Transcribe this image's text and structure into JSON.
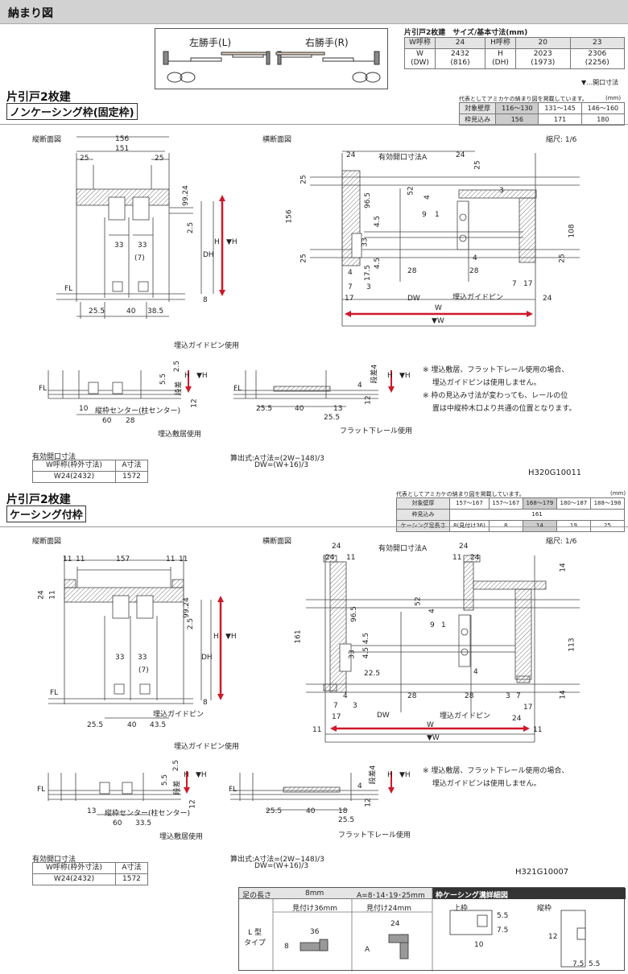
{
  "header": {
    "title": "納まり図"
  },
  "hand_box": {
    "left_label": "左勝手(L)",
    "right_label": "右勝手(R)"
  },
  "size_table": {
    "title": "片引戸2枚建　サイズ/基本寸法(mm)",
    "w_head": "W呼称",
    "w_val": "24",
    "w_row_label": "W\n(DW)",
    "w_row_val": "2432\n(816)",
    "h_head": "H呼称",
    "h_vals": [
      "20",
      "23"
    ],
    "h_row_label": "H\n(DH)",
    "h_row_vals": [
      "2023\n(1973)",
      "2306\n(2256)"
    ],
    "note": "▼…開口寸法"
  },
  "section1": {
    "title": "片引戸2枚建",
    "subtitle": "ノンケーシング枠(固定枠)",
    "rep_note": "代表としてアミカケの納まり図を掲載しています。",
    "unit": "(mm)",
    "rep_table": {
      "row1_label": "対象壁厚",
      "row1": [
        "116～130",
        "131～145",
        "146～160"
      ],
      "row2_label": "枠見込み",
      "row2": [
        "156",
        "171",
        "180"
      ]
    },
    "view_left": "縦断面図",
    "view_right": "横断面図",
    "scale": "縮尺: 1/6",
    "left_dims": {
      "d156": "156",
      "d151": "151",
      "d25a": "25",
      "d25b": "25",
      "d33a": "33",
      "d33b": "33",
      "d7": "(7)",
      "d99": "99.24",
      "d25v": "2.5",
      "dH": "H",
      "dDH": "DH",
      "dH2": "▼H",
      "fl": "FL",
      "d8": "8",
      "b1": "25.5",
      "b2": "40",
      "b3": "38.5"
    },
    "right_dims": {
      "top24a": "24",
      "topA": "有効開口寸法A",
      "top24b": "24",
      "v156": "156",
      "v25a": "25",
      "v25b": "25",
      "v25c": "25",
      "v25d": "25",
      "v52": "52",
      "v4": "4",
      "v965": "96.5",
      "v45a": "4.5",
      "v45b": "4.5",
      "v33": "33",
      "v175": "17.5",
      "v9": "9",
      "v1": "1",
      "v3": "3",
      "v108": "108",
      "v4b": "4",
      "v28a": "28",
      "v28b": "28",
      "v4c": "4",
      "v3b": "3",
      "v7": "7",
      "v7b": "7",
      "v17": "17",
      "v17b": "17",
      "v24": "24",
      "dw": "DW",
      "guide": "埋込ガイドピン",
      "w": "W",
      "w2": "▼W"
    },
    "guide_pin_caption": "埋込ガイドピン使用",
    "sub1": {
      "fl": "FL",
      "d25": "2.5",
      "d55": "5.5",
      "step": "段差",
      "h": "H",
      "h2": "▼H",
      "d12": "12",
      "d10": "10",
      "center": "縦枠センター(柱センター)",
      "d60": "60",
      "d28": "28",
      "caption": "埋込敷居使用"
    },
    "sub2": {
      "fl": "FL",
      "step": "段差4",
      "h": "H",
      "h2": "▼H",
      "d4": "4",
      "d12": "12",
      "d255": "25.5",
      "d40": "40",
      "d13": "13",
      "d255b": "25.5",
      "caption": "フラット下レール使用"
    },
    "notes": [
      "※ 埋込敷居、フラット下レール使用の場合、",
      "　 埋込ガイドピンは使用しません。",
      "※ 枠の見込み寸法が変わっても、レールの位",
      "　 置は中縦枠木口より共通の位置となります。"
    ],
    "opening_table": {
      "title": "有効開口寸法",
      "h1": "W呼称(枠外寸法)",
      "h2": "A寸法",
      "r1": "W24(2432)",
      "r2": "1572"
    },
    "formula1": "算出式:A寸法=(2W−148)/3",
    "formula2": "DW=(W+16)/3",
    "code": "H320G10011"
  },
  "section2": {
    "title": "片引戸2枚建",
    "subtitle": "ケーシング付枠",
    "rep_note": "代表としてアミカケの納まり図を掲載しています。",
    "unit": "(mm)",
    "rep_table": {
      "row1_label": "対象壁厚",
      "row1": [
        "157～167",
        "157～167",
        "168～179",
        "180～187",
        "188～198"
      ],
      "row2_label": "枠見込み",
      "row2": [
        "161"
      ],
      "row3_label": "ケーシング足長さ",
      "row3": [
        "8(見付け36)",
        "8",
        "14",
        "19",
        "25"
      ]
    },
    "view_left": "縦断面図",
    "view_right": "横断面図",
    "scale": "縮尺: 1/6",
    "left_dims": {
      "d11a": "11",
      "d11b": "11",
      "d157": "157",
      "d11c": "11",
      "d11d": "11",
      "d24": "24",
      "d11e": "11",
      "d99": "99.24",
      "d25v": "2.5",
      "dH": "H",
      "dH2": "▼H",
      "dDH": "DH",
      "d33a": "33",
      "d33b": "33",
      "d7": "(7)",
      "fl": "FL",
      "guide": "埋込ガイドピン",
      "d8": "8",
      "b1": "25.5",
      "b2": "40",
      "b3": "43.5"
    },
    "right_dims": {
      "t24a": "24",
      "t24b": "24",
      "t11a": "11",
      "tA": "有効開口寸法A",
      "t24c": "24",
      "t11b": "11",
      "t24d": "24",
      "t14a": "14",
      "v161": "161",
      "v52": "52",
      "v4": "4",
      "v965": "96.5",
      "v45a": "4.5",
      "v45b": "4.5",
      "v33": "33",
      "v225": "22.5",
      "v9": "9",
      "v1": "1",
      "v113": "113",
      "v28a": "28",
      "v28b": "28",
      "v4b": "4",
      "v4c": "4",
      "v3": "3",
      "v3b": "3",
      "v7": "7",
      "v7b": "7",
      "v17": "17",
      "v17b": "17",
      "v24": "24",
      "v14b": "14",
      "v11a": "11",
      "v11b": "11",
      "dw": "DW",
      "guide": "埋込ガイドピン",
      "w": "W",
      "w2": "▼W"
    },
    "guide_pin_caption": "埋込ガイドピン使用",
    "sub1": {
      "fl": "FL",
      "d25": "2.5",
      "d55": "5.5",
      "step": "段差",
      "h": "H",
      "h2": "▼H",
      "d12": "12",
      "d13": "13",
      "center": "縦枠センター(柱センター)",
      "d60": "60",
      "d335": "33.5",
      "caption": "埋込敷居使用"
    },
    "sub2": {
      "fl": "FL",
      "step": "段差4",
      "h": "H",
      "h2": "▼H",
      "d4": "4",
      "d12": "12",
      "d255": "25.5",
      "d40": "40",
      "d18": "18",
      "d255b": "25.5",
      "caption": "フラット下レール使用"
    },
    "notes": [
      "※ 埋込敷居、フラット下レール使用の場合、",
      "　 埋込ガイドピンは使用しません。"
    ],
    "opening_table": {
      "title": "有効開口寸法",
      "h1": "W呼称(枠外寸法)",
      "h2": "A寸法",
      "r1": "W24(2432)",
      "r2": "1572"
    },
    "formula1": "算出式:A寸法=(2W−148)/3",
    "formula2": "DW=(W+16)/3",
    "code": "H321G10007"
  },
  "casing_table": {
    "h_leg": "足の長さ",
    "h_8": "8mm",
    "h_a": "A=8･14･19･25mm",
    "h_detail": "枠ケーシング溝詳細図",
    "sub_36": "見付け36mm",
    "sub_24": "見付け24mm",
    "l_type": "L 型\nタイプ",
    "d36": "36",
    "d8": "8",
    "d24": "24",
    "dA": "A",
    "top_frame": "上枠",
    "side_frame": "縦枠",
    "d55": "5.5",
    "d75": "7.5",
    "d10": "10",
    "d12": "12",
    "d75b": "7.5",
    "d55b": "5.5"
  },
  "colors": {
    "accent_red": "#d0182a",
    "header_bg": "#d2d2d2",
    "table_header": "#e4e4e4"
  }
}
